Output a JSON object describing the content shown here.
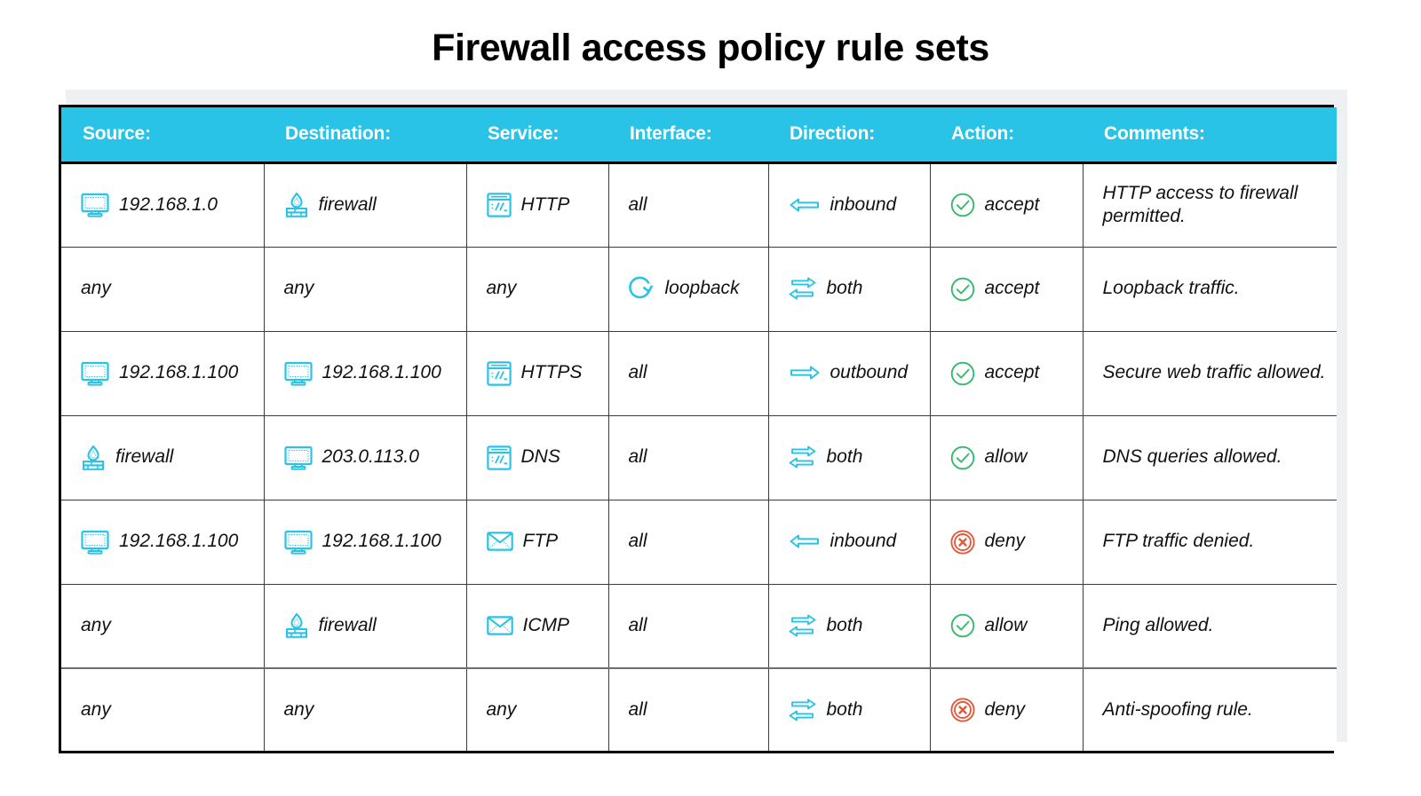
{
  "page": {
    "title": "Firewall access policy rule sets",
    "accent_color": "#2ac3e8",
    "accept_color": "#35b96a",
    "deny_color": "#e05a3c",
    "backdrop_color": "#eff0f1",
    "border_color": "#000000"
  },
  "table": {
    "headers": [
      "Source:",
      "Destination:",
      "Service:",
      "Interface:",
      "Direction:",
      "Action:",
      "Comments:"
    ],
    "rows": [
      {
        "source": {
          "icon": "monitor-icon",
          "text": "192.168.1.0"
        },
        "destination": {
          "icon": "firewall-icon",
          "text": "firewall"
        },
        "service": {
          "icon": "browser-window-icon",
          "text": "HTTP"
        },
        "interface": {
          "icon": "none",
          "text": "all"
        },
        "direction": {
          "icon": "arrow-left-icon",
          "text": "inbound"
        },
        "action": {
          "icon": "check-circle-icon",
          "text": "accept"
        },
        "comments": "HTTP access to firewall permitted."
      },
      {
        "source": {
          "icon": "none",
          "text": "any"
        },
        "destination": {
          "icon": "none",
          "text": "any"
        },
        "service": {
          "icon": "none",
          "text": "any"
        },
        "interface": {
          "icon": "loopback-icon",
          "text": "loopback"
        },
        "direction": {
          "icon": "arrows-both-icon",
          "text": "both"
        },
        "action": {
          "icon": "check-circle-icon",
          "text": "accept"
        },
        "comments": "Loopback traffic."
      },
      {
        "source": {
          "icon": "monitor-icon",
          "text": "192.168.1.100"
        },
        "destination": {
          "icon": "monitor-icon",
          "text": "192.168.1.100"
        },
        "service": {
          "icon": "browser-window-icon",
          "text": "HTTPS"
        },
        "interface": {
          "icon": "none",
          "text": "all"
        },
        "direction": {
          "icon": "arrow-right-icon",
          "text": "outbound"
        },
        "action": {
          "icon": "check-circle-icon",
          "text": "accept"
        },
        "comments": "Secure web traffic allowed."
      },
      {
        "source": {
          "icon": "firewall-icon",
          "text": "firewall"
        },
        "destination": {
          "icon": "monitor-icon",
          "text": "203.0.113.0"
        },
        "service": {
          "icon": "browser-window-icon",
          "text": "DNS"
        },
        "interface": {
          "icon": "none",
          "text": "all"
        },
        "direction": {
          "icon": "arrows-both-icon",
          "text": "both"
        },
        "action": {
          "icon": "check-circle-icon",
          "text": "allow"
        },
        "comments": "DNS queries allowed."
      },
      {
        "source": {
          "icon": "monitor-icon",
          "text": "192.168.1.100"
        },
        "destination": {
          "icon": "monitor-icon",
          "text": "192.168.1.100"
        },
        "service": {
          "icon": "envelope-icon",
          "text": "FTP"
        },
        "interface": {
          "icon": "none",
          "text": "all"
        },
        "direction": {
          "icon": "arrow-left-icon",
          "text": "inbound"
        },
        "action": {
          "icon": "x-circle-icon",
          "text": "deny"
        },
        "comments": "FTP traffic denied."
      },
      {
        "source": {
          "icon": "none",
          "text": "any"
        },
        "destination": {
          "icon": "firewall-icon",
          "text": "firewall"
        },
        "service": {
          "icon": "envelope-icon",
          "text": "ICMP"
        },
        "interface": {
          "icon": "none",
          "text": "all"
        },
        "direction": {
          "icon": "arrows-both-icon",
          "text": "both"
        },
        "action": {
          "icon": "check-circle-icon",
          "text": "allow"
        },
        "comments": "Ping allowed."
      },
      {
        "source": {
          "icon": "none",
          "text": "any"
        },
        "destination": {
          "icon": "none",
          "text": "any"
        },
        "service": {
          "icon": "none",
          "text": "any"
        },
        "interface": {
          "icon": "none",
          "text": "all"
        },
        "direction": {
          "icon": "arrows-both-icon",
          "text": "both"
        },
        "action": {
          "icon": "x-circle-icon",
          "text": "deny"
        },
        "comments": "Anti-spoofing rule."
      }
    ]
  }
}
